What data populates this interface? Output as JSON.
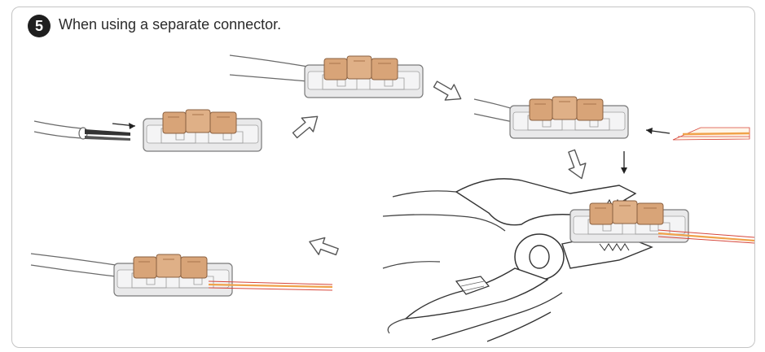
{
  "step": {
    "number": "5",
    "title": "When using a separate connector."
  },
  "colors": {
    "connector_body": "#e9e9ea",
    "connector_outline": "#7a7a7a",
    "connector_cap": "#d8a478",
    "cable_outline": "#6a6a6a",
    "strip_red": "#d6453a",
    "strip_orange": "#f0a24a",
    "badge": "#1f1f1f"
  },
  "icons": [
    "hollow-arrow-icon",
    "solid-arrow-icon",
    "pliers-illustration",
    "connector-illustration",
    "led-strip-illustration",
    "cable-illustration"
  ]
}
